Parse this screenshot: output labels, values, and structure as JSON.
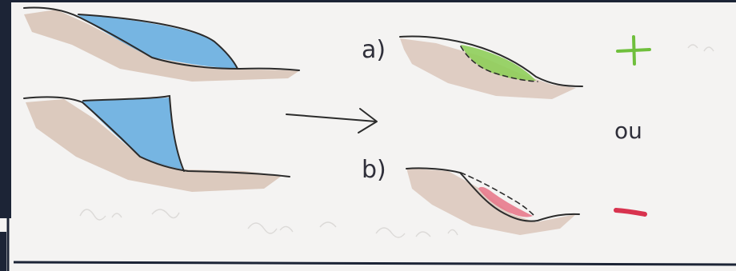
{
  "labels": {
    "option_a": "a)",
    "option_b": "b)",
    "or": "ou"
  },
  "symbols": {
    "plus": "+",
    "minus": "−"
  },
  "colors": {
    "paper": "#f4f3f2",
    "frame": "#1c2436",
    "pencil_line": "#2b2b2b",
    "soil": "#c9a894",
    "water": "#5fa9df",
    "deposit": "#8fce5a",
    "erosion": "#e87a8c",
    "plus_sign": "#6fbf3c",
    "minus_sign": "#d8334f"
  },
  "icons": {
    "plus": "plus-icon",
    "minus": "minus-icon",
    "arrow": "arrow-right-icon"
  }
}
